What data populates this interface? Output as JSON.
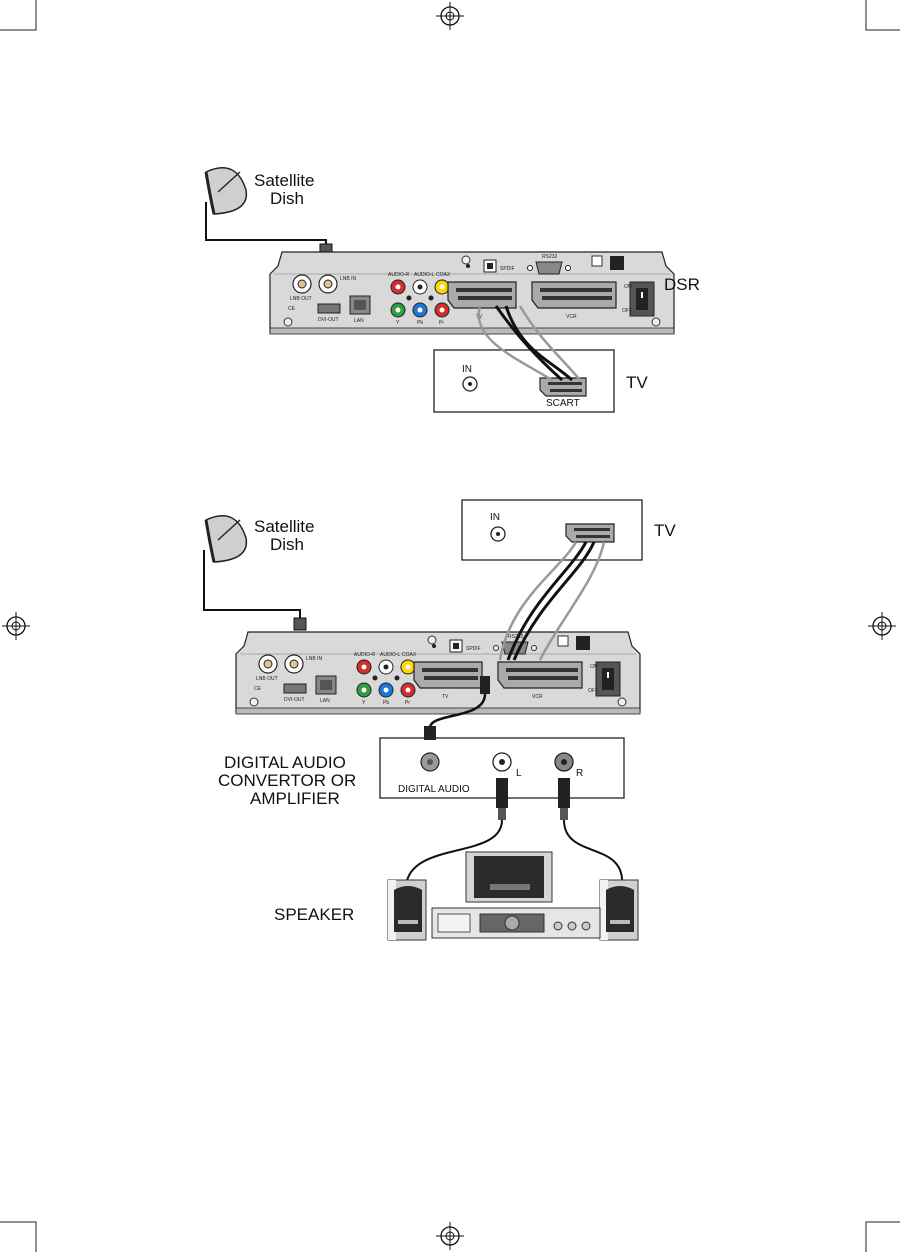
{
  "figure1": {
    "dish_label_line1": "Satellite",
    "dish_label_line2": "Dish",
    "receiver_label": "DSR",
    "tv_label": "TV",
    "tv_in_label": "IN",
    "tv_scart_label": "SCART"
  },
  "figure2": {
    "dish_label_line1": "Satellite",
    "dish_label_line2": "Dish",
    "tv_label": "TV",
    "tv_in_label": "IN",
    "amplifier_label_line1": "DIGITAL AUDIO",
    "amplifier_label_line2": "CONVERTOR OR",
    "amplifier_label_line3": "AMPLIFIER",
    "amp_digital_audio_label": "DIGITAL AUDIO",
    "amp_left_label": "L",
    "amp_right_label": "R",
    "speaker_label": "SPEAKER"
  },
  "receiver_panel": {
    "lnb_out": "LNB OUT",
    "lnb_in": "LNB IN",
    "audio_r": "AUDIO-R",
    "audio_l": "AUDIO-L",
    "coax": "COAX",
    "dvi_out": "DVI-OUT",
    "lan": "LAN",
    "y": "Y",
    "pb": "Pb",
    "pr": "Pr",
    "spdif": "SPDIF",
    "rs232": "RS232",
    "tv": "TV",
    "vcr": "VCR",
    "on": "ON",
    "off": "OFF",
    "ce": "CE"
  }
}
